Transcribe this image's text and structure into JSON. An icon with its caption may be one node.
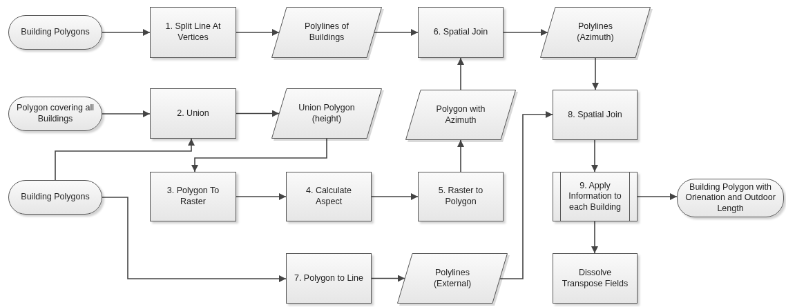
{
  "diagram": {
    "nodes": [
      {
        "text": [
          "Building Polygons"
        ]
      },
      {
        "text": [
          "1. Split Line At Vertices"
        ]
      },
      {
        "text": [
          "Polylines of Buildings"
        ]
      },
      {
        "text": [
          "6. Spatial Join"
        ]
      },
      {
        "text": [
          "Polylines (Azimuth)"
        ]
      },
      {
        "text": [
          "Polygon covering all Buildings"
        ]
      },
      {
        "text": [
          "2. Union"
        ]
      },
      {
        "text": [
          "Union Polygon (height)"
        ]
      },
      {
        "text": [
          "Polygon with Azimuth"
        ]
      },
      {
        "text": [
          "8. Spatial Join"
        ]
      },
      {
        "text": [
          "Building Polygons"
        ]
      },
      {
        "text": [
          "3. Polygon To Raster"
        ]
      },
      {
        "text": [
          "4. Calculate Aspect"
        ]
      },
      {
        "text": [
          "5. Raster to Polygon"
        ]
      },
      {
        "text": [
          "9. Apply Information to each Building"
        ]
      },
      {
        "text": [
          "Building Polygon with Orienation and Outdoor Length"
        ]
      },
      {
        "text": [
          "7. Polygon to Line"
        ]
      },
      {
        "text": [
          "Polylines (External)"
        ]
      },
      {
        "text": [
          "Dissolve Transpose Fields"
        ]
      }
    ],
    "edges": [
      {
        "from": 0,
        "to": 1,
        "arrow": "to"
      },
      {
        "from": 1,
        "to": 2,
        "arrow": "to"
      },
      {
        "from": 2,
        "to": 3,
        "arrow": "to"
      },
      {
        "from": 3,
        "to": 4,
        "arrow": "to"
      },
      {
        "from": 4,
        "to": 9,
        "arrow": "to"
      },
      {
        "from": 5,
        "to": 6,
        "arrow": "to"
      },
      {
        "from": 6,
        "to": 7,
        "arrow": "to"
      },
      {
        "from": 7,
        "to": 11,
        "arrow": "to"
      },
      {
        "from": 10,
        "to": 6,
        "arrow": "to"
      },
      {
        "from": 10,
        "to": 16,
        "arrow": "to"
      },
      {
        "from": 11,
        "to": 12,
        "arrow": "to"
      },
      {
        "from": 12,
        "to": 13,
        "arrow": "to"
      },
      {
        "from": 13,
        "to": 8,
        "arrow": "to"
      },
      {
        "from": 8,
        "to": 3,
        "arrow": "to"
      },
      {
        "from": 16,
        "to": 17,
        "arrow": "to"
      },
      {
        "from": 17,
        "to": 9,
        "arrow": "to"
      },
      {
        "from": 9,
        "to": 14,
        "arrow": "to"
      },
      {
        "from": 14,
        "to": 15,
        "arrow": "to"
      },
      {
        "from": 14,
        "to": 18,
        "arrow": "to"
      }
    ]
  }
}
